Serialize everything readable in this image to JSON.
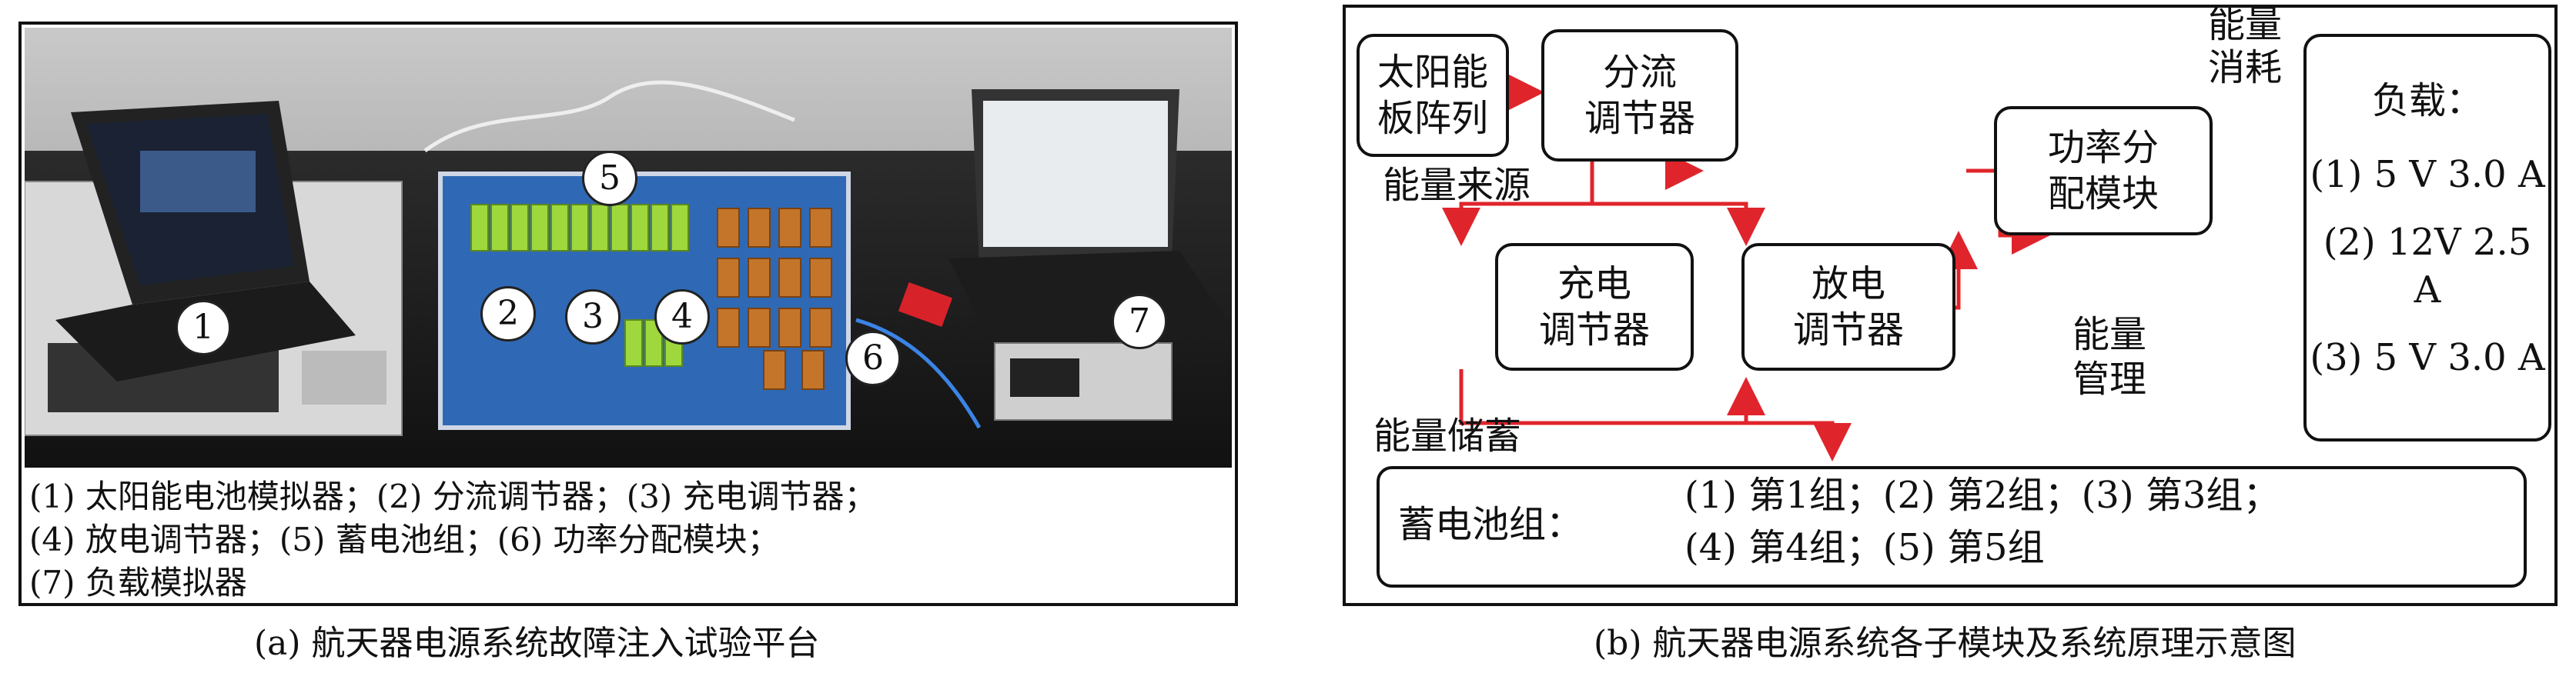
{
  "panel_a": {
    "markers": [
      "1",
      "2",
      "3",
      "4",
      "5",
      "6",
      "7"
    ],
    "caption_lines": [
      "(1) 太阳能电池模拟器；(2) 分流调节器；(3) 充电调节器；",
      "(4) 放电调节器；(5) 蓄电池组；(6) 功率分配模块；",
      "(7) 负载模拟器"
    ],
    "subcaption": "(a) 航天器电源系统故障注入试验平台"
  },
  "panel_b": {
    "solar_array": [
      "太阳能",
      "板阵列"
    ],
    "shunt_regulator": [
      "分流",
      "调节器"
    ],
    "pdm": [
      "功率分",
      "配模块"
    ],
    "charge_regulator": [
      "充电",
      "调节器"
    ],
    "discharge_regulator": [
      "放电",
      "调节器"
    ],
    "energy_source": "能量来源",
    "energy_consumption": [
      "能量",
      "消耗"
    ],
    "energy_management": [
      "能量",
      "管理"
    ],
    "energy_storage": "能量储蓄",
    "load": {
      "title": "负载：",
      "items": [
        "(1) 5 V 3.0 A",
        "(2) 12V 2.5 A",
        "(3) 5 V 3.0 A"
      ]
    },
    "battery": {
      "title": "蓄电池组：",
      "line1": "(1) 第1组；(2) 第2组；(3) 第3组；",
      "line2": "(4) 第4组；(5) 第5组"
    },
    "subcaption": "(b) 航天器电源系统各子模块及系统原理示意图"
  },
  "colors": {
    "arrow": "#e0242b",
    "border": "#111111"
  }
}
